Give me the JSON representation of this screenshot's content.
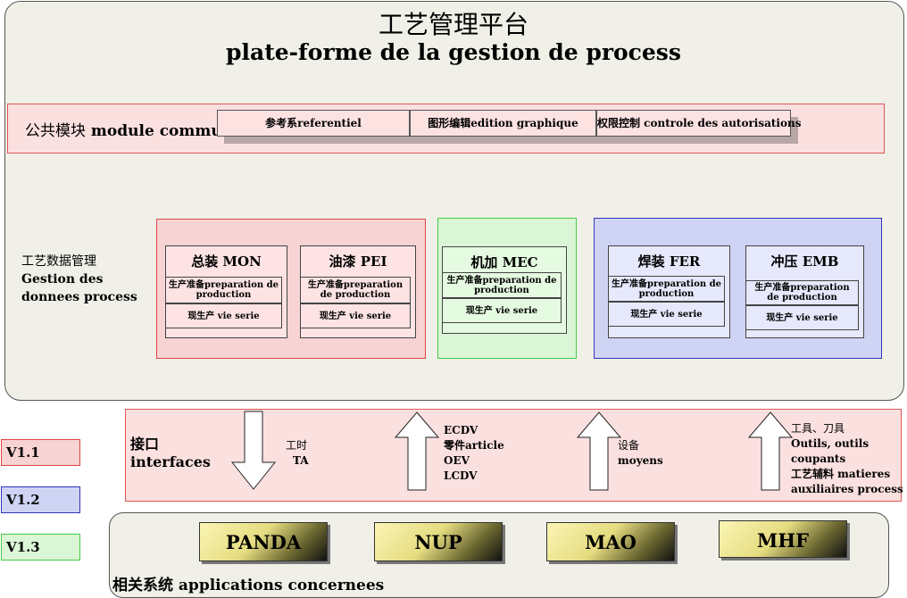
{
  "header": {
    "title_cn": "工艺管理平台",
    "title_fr": "plate-forme de la gestion de process"
  },
  "common": {
    "label_cn": "公共模块",
    "label_fr": "module commun",
    "items": [
      {
        "label": "参考系referentiel"
      },
      {
        "label": "图形编辑edition graphique"
      },
      {
        "label": "权限控制 controle des autorisations"
      }
    ]
  },
  "process_data": {
    "label_cn": "工艺数据管理",
    "label_fr_1": "Gestion des",
    "label_fr_2": "donnees process"
  },
  "modules": [
    {
      "title": "总装 MON",
      "prep": "生产准备preparation de production",
      "serie": "现生产 vie serie"
    },
    {
      "title": "油漆 PEI",
      "prep": "生产准备preparation de production",
      "serie": "现生产 vie serie"
    },
    {
      "title": "机加 MEC",
      "prep": "生产准备preparation de production",
      "serie": "现生产 vie serie"
    },
    {
      "title": "焊装 FER",
      "prep": "生产准备preparation de production",
      "serie": "现生产 vie serie"
    },
    {
      "title": "冲压 EMB",
      "prep": "生产准备preparation de production",
      "serie": "现生产 vie serie"
    }
  ],
  "interfaces": {
    "label_cn": "接口",
    "label_fr": "interfaces",
    "items": [
      {
        "direction": "down",
        "lines": [
          "工时",
          "TA"
        ]
      },
      {
        "direction": "up",
        "lines": [
          "ECDV",
          "零件article",
          "OEV",
          "LCDV"
        ]
      },
      {
        "direction": "up",
        "lines": [
          "设备",
          "moyens"
        ]
      },
      {
        "direction": "up",
        "lines": [
          "工具、刀具",
          "Outils, outils",
          "coupants",
          "工艺辅料 matieres",
          "auxiliaires process"
        ]
      }
    ]
  },
  "legend": [
    {
      "label": "V1.1",
      "color": "#f7d3d3",
      "border": "#d44"
    },
    {
      "label": "V1.2",
      "color": "#cfd4f4",
      "border": "#33b"
    },
    {
      "label": "V1.3",
      "color": "#dbf5d7",
      "border": "#4c4"
    }
  ],
  "apps": {
    "label": "相关系统 applications concernees",
    "items": [
      "PANDA",
      "NUP",
      "MAO",
      "MHF"
    ]
  },
  "colors": {
    "version_1": "#f7d3d3",
    "version_2": "#cfd4f4",
    "version_3": "#dbf5d7",
    "apps_gradient_light": "#fbf5b5"
  }
}
